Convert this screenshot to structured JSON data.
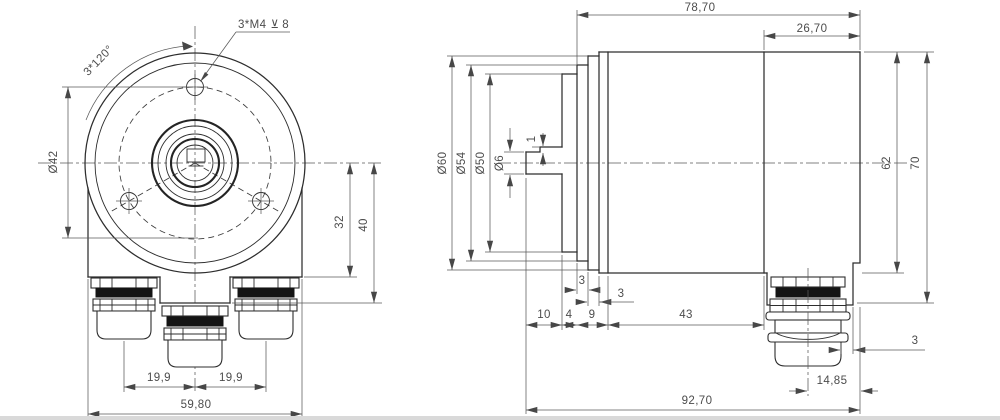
{
  "front_view": {
    "hole_callout": {
      "prefix": "3*M4",
      "depth_symbol": "⊻",
      "depth": "8"
    },
    "dims": {
      "hole_pattern": "3*120°",
      "bolt_circle_dia": "Ø42",
      "center_to_bottom": "32",
      "center_to_gland_boss": "40",
      "gland_pitch_left": "19,9",
      "gland_pitch_right": "19,9",
      "overall_width": "59,80"
    }
  },
  "side_view": {
    "dims": {
      "flange_to_rear": "78,70",
      "rear_section_length": "26,70",
      "flange_dia": "Ø60",
      "pilot_dia": "Ø54",
      "boss_dia": "Ø50",
      "shaft_dia": "Ø6",
      "shaft_step": "1",
      "body_height": "62",
      "overall_height": "70",
      "pilot_thickness": "3",
      "flange_thickness": "3",
      "shaft_protrusion": "10",
      "boss_protrusion": "4",
      "flange_stack": "9",
      "body_length": "43",
      "gland_to_edge": "3",
      "gland_to_rear_face": "14,85",
      "overall_length": "92,70"
    }
  }
}
